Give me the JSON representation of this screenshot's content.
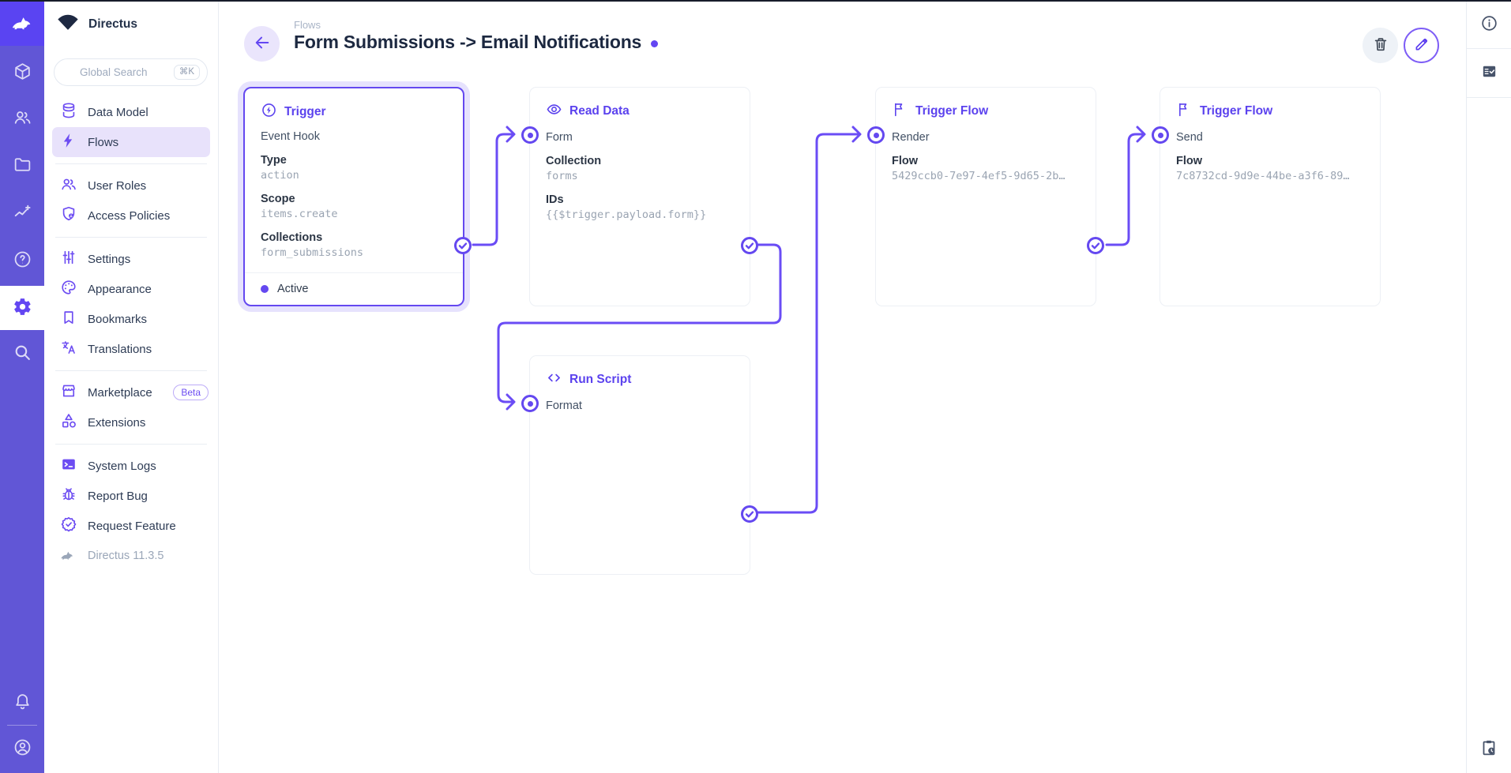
{
  "colors": {
    "accent": "#6644FF",
    "rail_bg": "#6156D6",
    "rail_logo_bg": "#5A44F2",
    "card_accent": "#5B42EE",
    "wire": "#6A4CF5",
    "selected_glow": "rgba(101,72,243,0.16)",
    "active_nav_bg": "#E8E2FB"
  },
  "rail": {
    "logo_icon": "directus-rabbit-icon",
    "modules": [
      {
        "icon": "cube-icon"
      },
      {
        "icon": "users-icon"
      },
      {
        "icon": "folder-icon"
      },
      {
        "icon": "insights-icon"
      },
      {
        "icon": "help-icon"
      },
      {
        "icon": "gear-icon",
        "active": true
      },
      {
        "icon": "search-icon"
      }
    ],
    "bottom": [
      {
        "icon": "bell-icon"
      },
      {
        "icon": "account-circle-icon"
      }
    ]
  },
  "sidebar": {
    "project_name": "Directus",
    "search": {
      "placeholder": "Global Search",
      "shortcut": "⌘K"
    },
    "nav": [
      {
        "label": "Data Model",
        "icon": "database-icon"
      },
      {
        "label": "Flows",
        "icon": "bolt-icon",
        "active": true
      },
      {
        "label": "User Roles",
        "icon": "user-roles-icon"
      },
      {
        "label": "Access Policies",
        "icon": "shield-badge-icon"
      },
      {
        "label": "Settings",
        "icon": "tune-icon"
      },
      {
        "label": "Appearance",
        "icon": "palette-icon"
      },
      {
        "label": "Bookmarks",
        "icon": "bookmark-icon"
      },
      {
        "label": "Translations",
        "icon": "translate-icon"
      },
      {
        "label": "Marketplace",
        "icon": "storefront-icon",
        "badge": "Beta"
      },
      {
        "label": "Extensions",
        "icon": "category-icon"
      },
      {
        "label": "System Logs",
        "icon": "terminal-icon"
      },
      {
        "label": "Report Bug",
        "icon": "bug-icon"
      },
      {
        "label": "Request Feature",
        "icon": "verified-icon"
      }
    ],
    "version": "Directus 11.3.5"
  },
  "header": {
    "breadcrumb": "Flows",
    "title": "Form Submissions -> Email Notifications",
    "actions": [
      {
        "icon": "trash-icon"
      },
      {
        "icon": "pencil-icon"
      }
    ]
  },
  "right_rail": {
    "top_icons": [
      "info-icon",
      "fact-check-icon"
    ],
    "bottom_icon": "clipboard-clock-icon"
  },
  "canvas": {
    "cards": [
      {
        "title": "Trigger",
        "icon": "bolt-circle-icon",
        "selected": true,
        "subtitle": "Event Hook",
        "fields": [
          {
            "label": "Type",
            "value": "action"
          },
          {
            "label": "Scope",
            "value": "items.create"
          },
          {
            "label": "Collections",
            "value": "form_submissions"
          }
        ],
        "status": "Active"
      },
      {
        "title": "Read Data",
        "icon": "eye-icon",
        "input_label": "Form",
        "fields": [
          {
            "label": "Collection",
            "value": "forms"
          },
          {
            "label": "IDs",
            "value": "{{$trigger.payload.form}}"
          }
        ]
      },
      {
        "title": "Trigger Flow",
        "icon": "flag-icon",
        "input_label": "Render",
        "fields": [
          {
            "label": "Flow",
            "value": "5429ccb0-7e97-4ef5-9d65-2b…"
          }
        ]
      },
      {
        "title": "Trigger Flow",
        "icon": "flag-icon",
        "input_label": "Send",
        "fields": [
          {
            "label": "Flow",
            "value": "7c8732cd-9d9e-44be-a3f6-89…"
          }
        ]
      },
      {
        "title": "Run Script",
        "icon": "code-icon",
        "input_label": "Format",
        "fields": []
      }
    ]
  }
}
